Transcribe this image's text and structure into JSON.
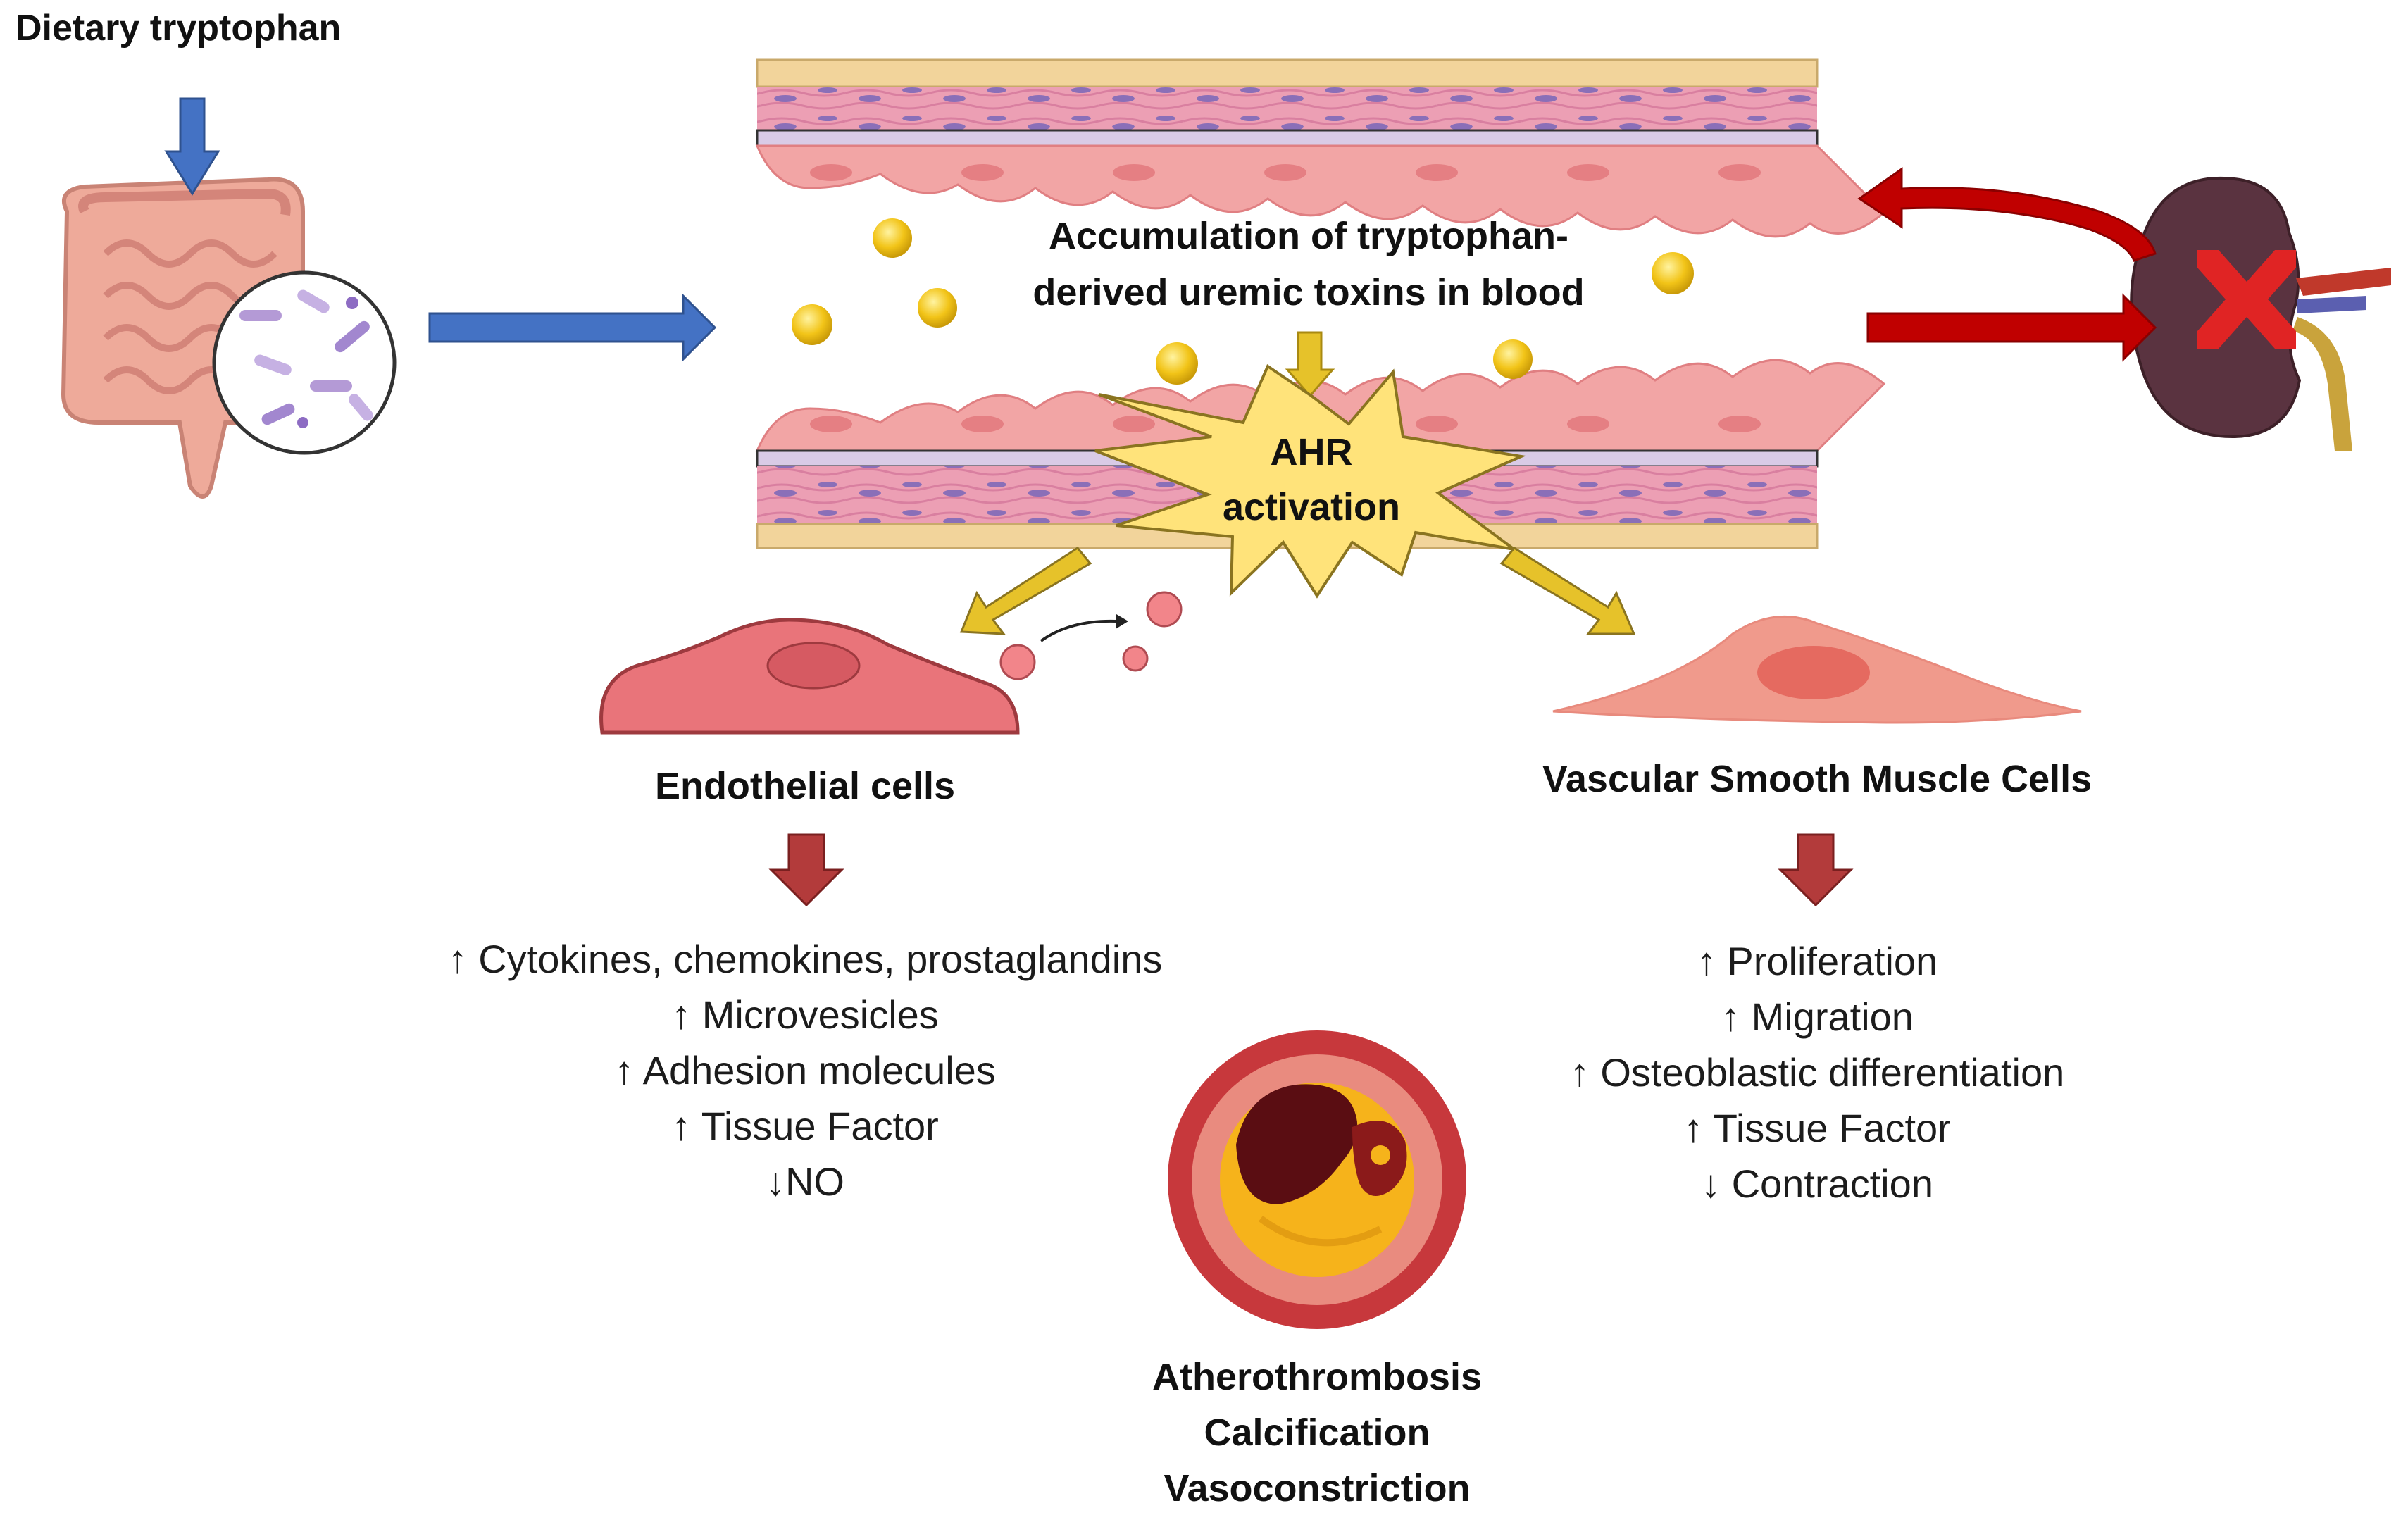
{
  "labels": {
    "dietary_tryptophan": "Dietary tryptophan",
    "accumulation_line1": "Accumulation of tryptophan-",
    "accumulation_line2": "derived uremic toxins in blood",
    "ahr_line1": "AHR",
    "ahr_line2": "activation",
    "endothelial_cells": "Endothelial cells",
    "vsmc": "Vascular Smooth Muscle Cells"
  },
  "endothelial_effects": [
    "↑ Cytokines, chemokines, prostaglandins",
    "↑ Microvesicles",
    "↑ Adhesion molecules",
    "↑ Tissue Factor",
    "↓NO"
  ],
  "vsmc_effects": [
    "↑ Proliferation",
    "↑ Migration",
    "↑ Osteoblastic differentiation",
    "↑ Tissue Factor",
    "↓ Contraction"
  ],
  "outcomes": [
    "Atherothrombosis",
    "Calcification",
    "Vasoconstriction"
  ],
  "colors": {
    "blue_arrow": "#4472c4",
    "red_arrow": "#c00000",
    "yellow_arrow": "#e6c22a",
    "dark_red_arrow": "#b33b3b",
    "toxin": "#f2c418",
    "vessel_tan": "#f2d49b",
    "vessel_pink": "#ec9fb4",
    "cell_pink": "#e9747a",
    "vsmc_pink": "#f09a8c",
    "kidney": "#5a3340"
  }
}
